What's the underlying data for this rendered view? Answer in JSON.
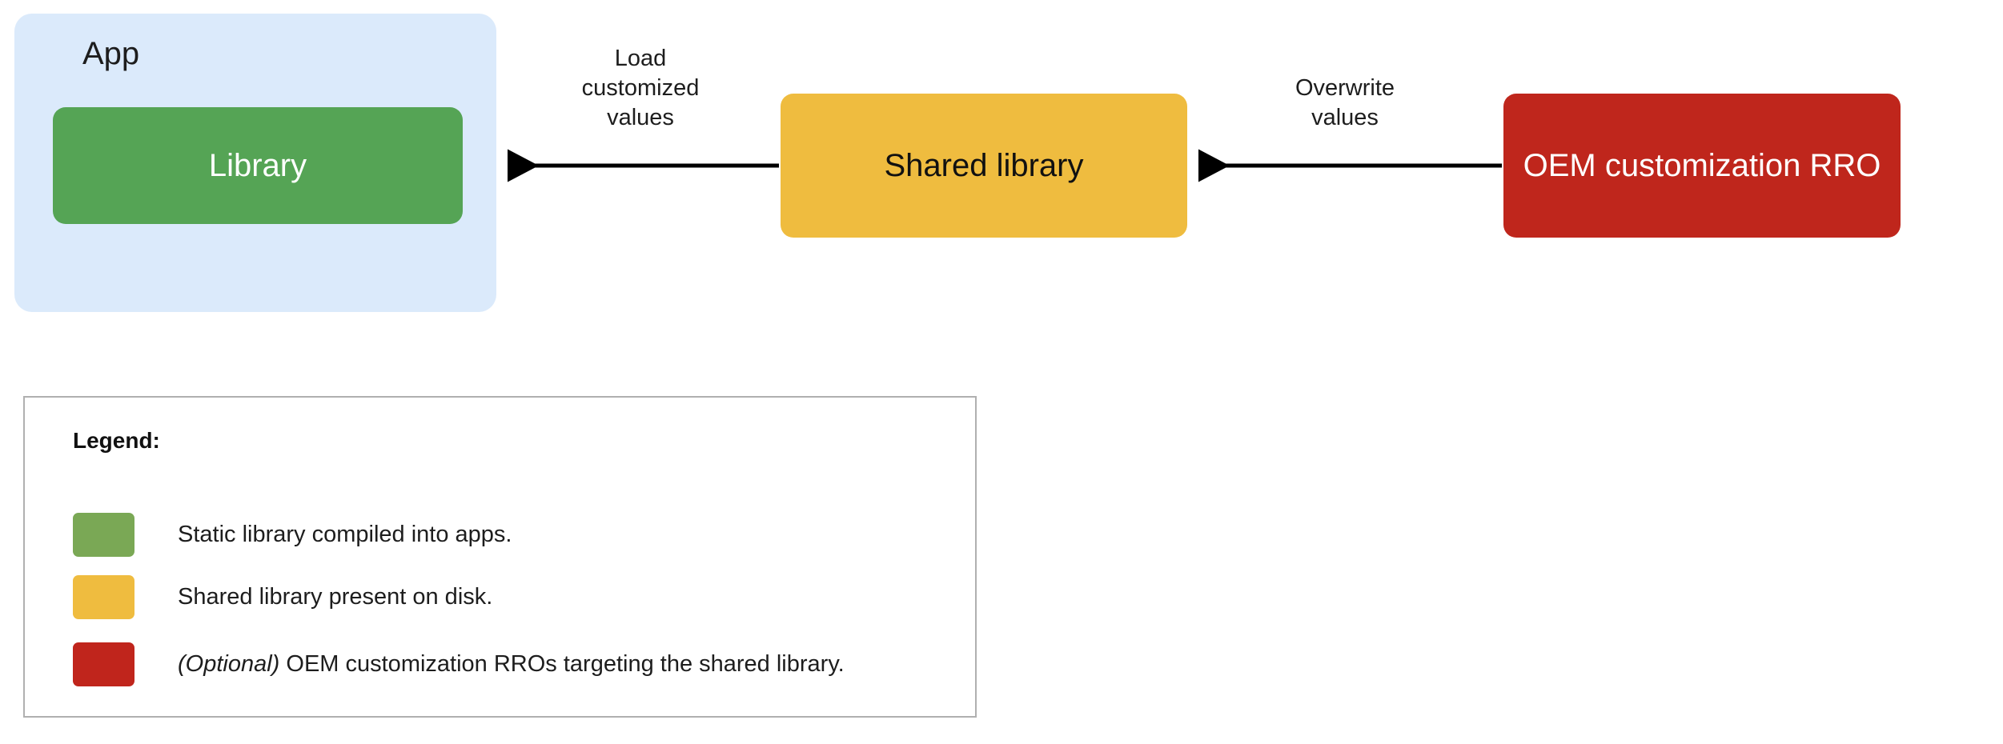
{
  "diagram": {
    "type": "flow-diagram",
    "app_container": {
      "label": "App",
      "color": "#dbeafb"
    },
    "nodes": [
      {
        "id": "library",
        "label": "Library",
        "color": "#55a455",
        "text_color": "#ffffff"
      },
      {
        "id": "shared-library",
        "label": "Shared library",
        "color": "#efbc3f",
        "text_color": "#111111"
      },
      {
        "id": "oem-rro",
        "label": "OEM customization RRO",
        "color": "#bf261c",
        "text_color": "#ffffff"
      }
    ],
    "edges": [
      {
        "id": "shared-to-library",
        "from": "shared-library",
        "to": "library",
        "direction": "left",
        "label": "Load\ncustomized\nvalues"
      },
      {
        "id": "rro-to-shared",
        "from": "oem-rro",
        "to": "shared-library",
        "direction": "left",
        "label": "Overwrite\nvalues"
      }
    ]
  },
  "legend": {
    "title": "Legend:",
    "items": [
      {
        "color": "#7aa855",
        "optional_prefix": "",
        "text": "Static library compiled into apps."
      },
      {
        "color": "#efbc3f",
        "optional_prefix": "",
        "text": "Shared library present on disk."
      },
      {
        "color": "#c0251c",
        "optional_prefix": "(Optional)",
        "text": " OEM customization RROs targeting the shared library."
      }
    ]
  }
}
